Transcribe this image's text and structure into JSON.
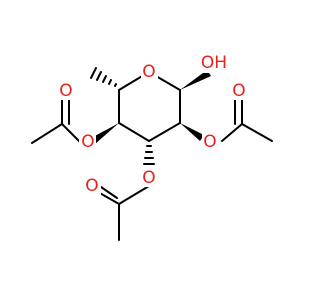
{
  "molecule": {
    "atoms": {
      "ring_oxygen": {
        "symbol": "O",
        "color": "#e8211b"
      },
      "hydroxyl": {
        "symbol": "O",
        "suffix": "H",
        "color": "#e8211b"
      },
      "ester_oxygen_c4": {
        "symbol": "O",
        "color": "#e8211b"
      },
      "carbonyl_oxygen_c4": {
        "symbol": "O",
        "color": "#e8211b"
      },
      "ester_oxygen_c3": {
        "symbol": "O",
        "color": "#e8211b"
      },
      "carbonyl_oxygen_c3": {
        "symbol": "O",
        "color": "#e8211b"
      },
      "ester_oxygen_c2": {
        "symbol": "O",
        "color": "#e8211b"
      },
      "carbonyl_oxygen_c2": {
        "symbol": "O",
        "color": "#e8211b"
      }
    },
    "bond_color": "#000000"
  }
}
